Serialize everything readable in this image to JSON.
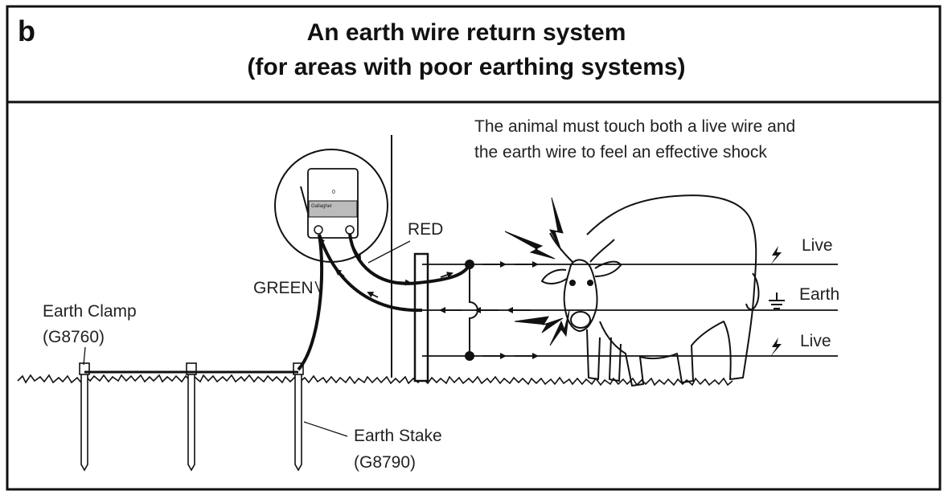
{
  "panel_letter": "b",
  "title_line1": "An earth wire return system",
  "title_line2": "(for areas with poor earthing systems)",
  "note_line1": "The animal must touch both a live wire and",
  "note_line2": "the earth wire to feel an effective shock",
  "labels": {
    "red": "RED",
    "green": "GREEN",
    "earth_clamp": "Earth Clamp",
    "earth_clamp_code": "(G8760)",
    "earth_stake": "Earth Stake",
    "earth_stake_code": "(G8790)",
    "live_top": "Live",
    "earth": "Earth",
    "live_bottom": "Live"
  },
  "energizer": {
    "brand": "Gallagher",
    "display": "0"
  }
}
